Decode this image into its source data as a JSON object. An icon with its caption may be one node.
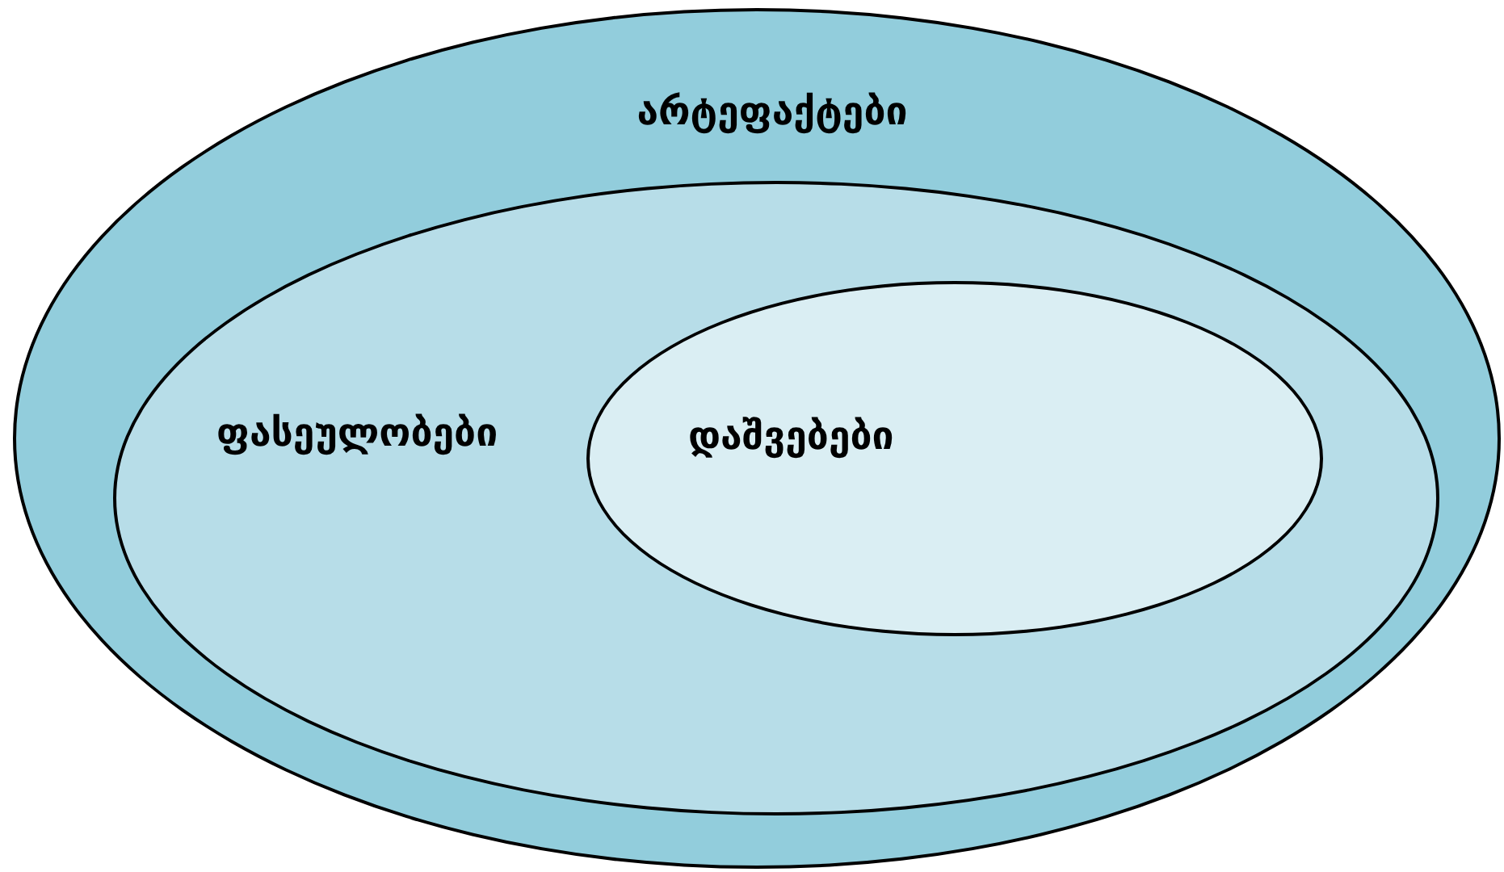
{
  "diagram": {
    "nodes": [
      {
        "text": [
          "არტეფაქტები"
        ]
      },
      {
        "text": [
          "ფასეულობები"
        ],
        "in": 0
      },
      {
        "text": [
          "დაშვებები"
        ],
        "in": 1
      }
    ],
    "edges": []
  }
}
